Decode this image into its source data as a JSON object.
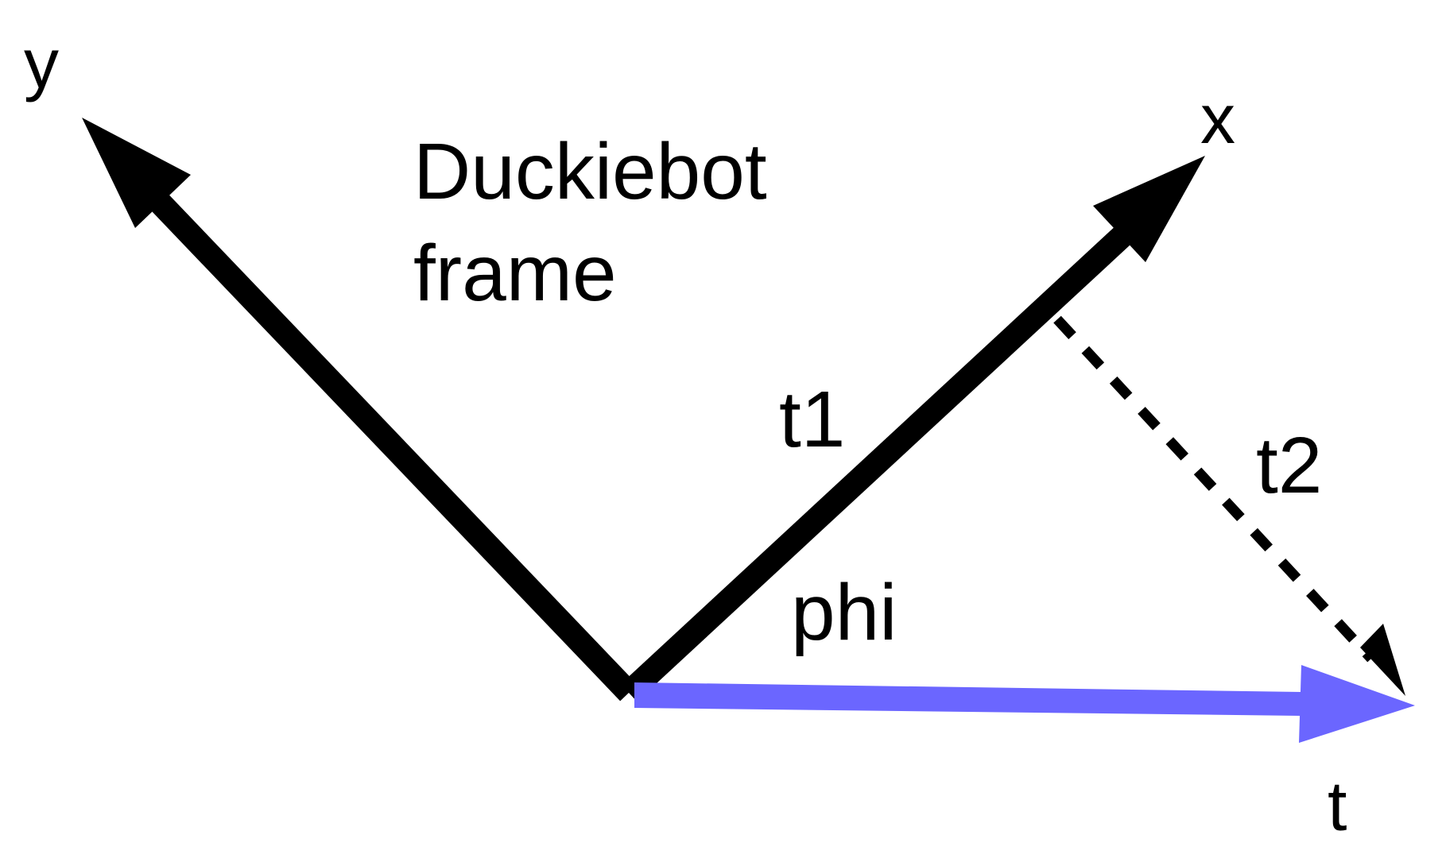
{
  "labels": {
    "y_axis": "y",
    "x_axis": "x",
    "t_axis": "t",
    "frame_line1": "Duckiebot",
    "frame_line2": "frame",
    "t1": "t1",
    "t2": "t2",
    "phi": "phi"
  },
  "colors": {
    "axis": "#000000",
    "target_vector": "#6b66ff",
    "text": "#000000",
    "background": "#ffffff"
  }
}
